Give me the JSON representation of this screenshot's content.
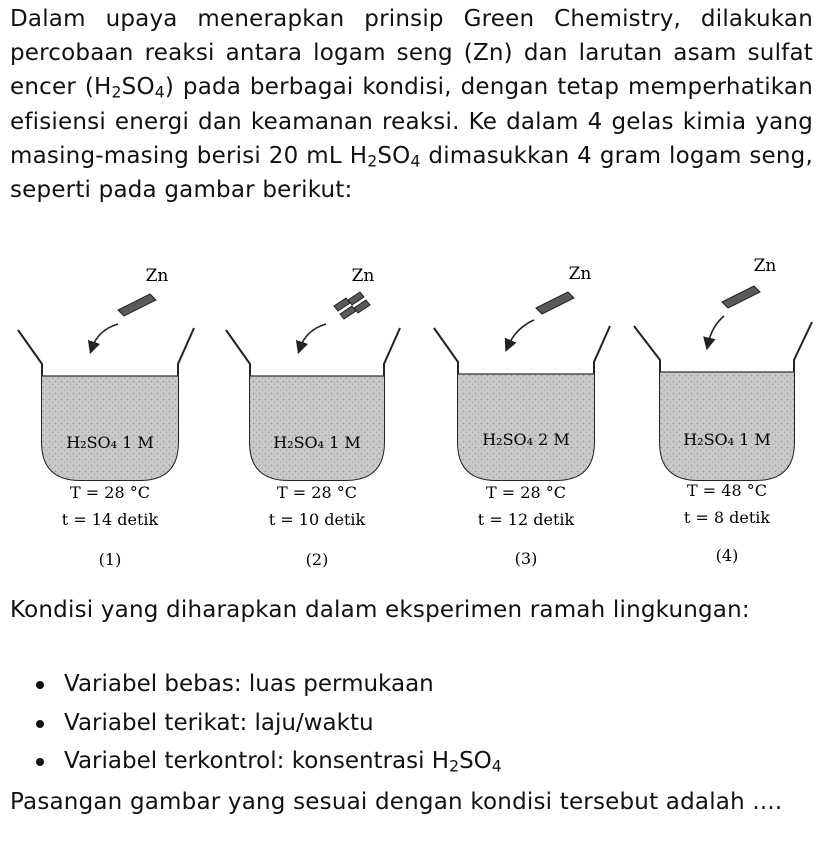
{
  "intro": {
    "part1": "Dalam upaya menerapkan prinsip Green Chemistry, dilakukan percobaan reaksi antara logam seng (Zn) dan larutan asam sulfat encer (H",
    "part1_sub": "2",
    "part2": "SO",
    "part2_sub": "4",
    "part3": ") pada berbagai kondisi, dengan tetap memperhatikan efisiensi energi dan keamanan reaksi. Ke dalam 4 gelas kimia yang masing-masing berisi 20 mL H",
    "part3_sub": "2",
    "part4": "SO",
    "part4_sub": "4",
    "part5": " dimasukkan 4 gram logam seng, seperti pada gambar berikut:"
  },
  "figure": {
    "beakers": [
      {
        "metal": "Zn",
        "solution": "H₂SO₄ 1 M",
        "temperature": "T = 28 °C",
        "time": "t = 14 detik",
        "label": "(1)",
        "zinc_form": "lempeng"
      },
      {
        "metal": "Zn",
        "solution": "H₂SO₄ 1 M",
        "temperature": "T = 28 °C",
        "time": "t = 10 detik",
        "label": "(2)",
        "zinc_form": "kepingan"
      },
      {
        "metal": "Zn",
        "solution": "H₂SO₄ 2 M",
        "temperature": "T = 28 °C",
        "time": "t = 12 detik",
        "label": "(3)",
        "zinc_form": "lempeng"
      },
      {
        "metal": "Zn",
        "solution": "H₂SO₄ 1 M",
        "temperature": "T = 48 °C",
        "time": "t = 8 detik",
        "label": "(4)",
        "zinc_form": "lempeng"
      }
    ]
  },
  "conditions": {
    "intro": "Kondisi yang diharapkan dalam eksperimen ramah lingkungan:",
    "items": [
      {
        "text": "Variabel bebas: luas permukaan",
        "sub": "",
        "tail": ""
      },
      {
        "text": "Variabel terikat: laju/waktu",
        "sub": "",
        "tail": ""
      },
      {
        "text": "Variabel terkontrol: konsentrasi H",
        "sub": "2",
        "tail": "SO",
        "sub2": "4"
      }
    ]
  },
  "question": "Pasangan gambar yang sesuai dengan kondisi tersebut adalah ...."
}
